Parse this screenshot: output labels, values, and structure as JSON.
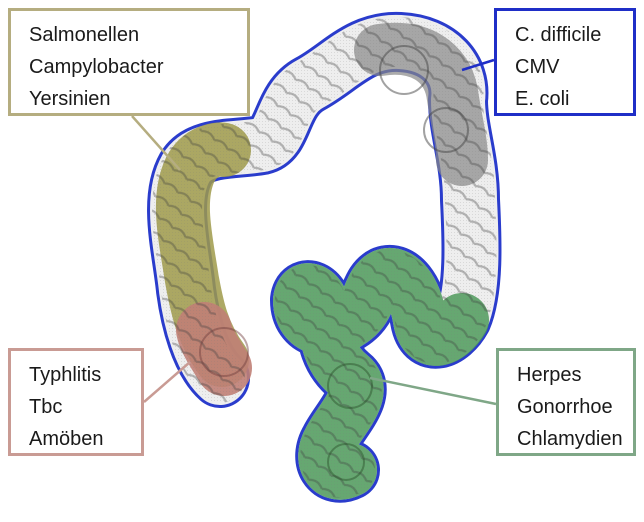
{
  "regions": {
    "ascending": {
      "color": "#b5ad80",
      "lines": [
        "Salmonellen",
        "Campylobacter",
        "Yersinien"
      ]
    },
    "transverse": {
      "color": "#1f2ec7",
      "lines": [
        "C. difficile",
        "CMV",
        "E. coli"
      ]
    },
    "cecum": {
      "color": "#c99b94",
      "lines": [
        "Typhlitis",
        "Tbc",
        "Amöben"
      ]
    },
    "sigmoid": {
      "color": "#7fa787",
      "lines": [
        "Herpes",
        "Gonorrhoe",
        "Chlamydien"
      ]
    }
  }
}
